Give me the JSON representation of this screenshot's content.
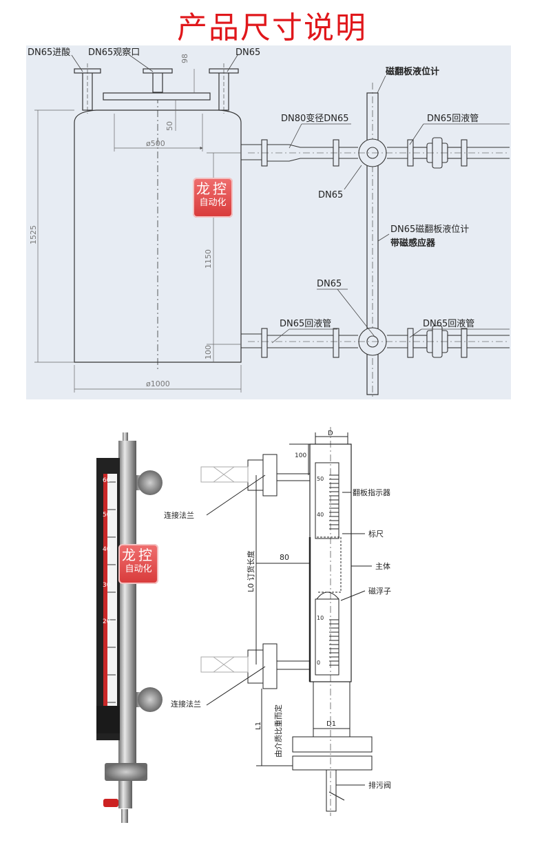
{
  "header": {
    "title": "产品尺寸说明"
  },
  "top_diagram": {
    "labels": {
      "dn65_inlet": "DN65进酸",
      "dn65_sight": "DN65观察口",
      "dn65_top": "DN65",
      "indicator": "磁翻板液位计",
      "reducer": "DN80变径DN65",
      "return_upper": "DN65回液管",
      "dn65_mid": "DN65",
      "sensor_line1": "DN65磁翻板液位计",
      "sensor_line2": "带磁感应器",
      "dn65_low": "DN65",
      "return_lower_left": "DN65回液管",
      "return_lower_right": "DN65回液管"
    },
    "dimensions": {
      "d98": "98",
      "d50": "50",
      "phi500": "ø500",
      "d1525": "1525",
      "d1150": "1150",
      "d100": "100",
      "phi1000": "ø1000"
    }
  },
  "badge": {
    "line1": "龙控",
    "line2": "自动化"
  },
  "bottom_diagram": {
    "labels": {
      "flange_upper": "连接法兰",
      "flange_lower": "连接法兰",
      "indicator": "翻板指示器",
      "scale": "标尺",
      "body": "主体",
      "float": "磁浮子",
      "drain": "排污阀",
      "l0": "L0 订货长度",
      "l1": "L1",
      "density": "由介质比重而定",
      "d": "D",
      "d1": "D1",
      "d80": "80",
      "d100": "100"
    },
    "scale_marks": [
      "50",
      "40",
      "10",
      "0"
    ],
    "photo_scale_marks": [
      "60",
      "50",
      "40",
      "30",
      "20"
    ]
  }
}
